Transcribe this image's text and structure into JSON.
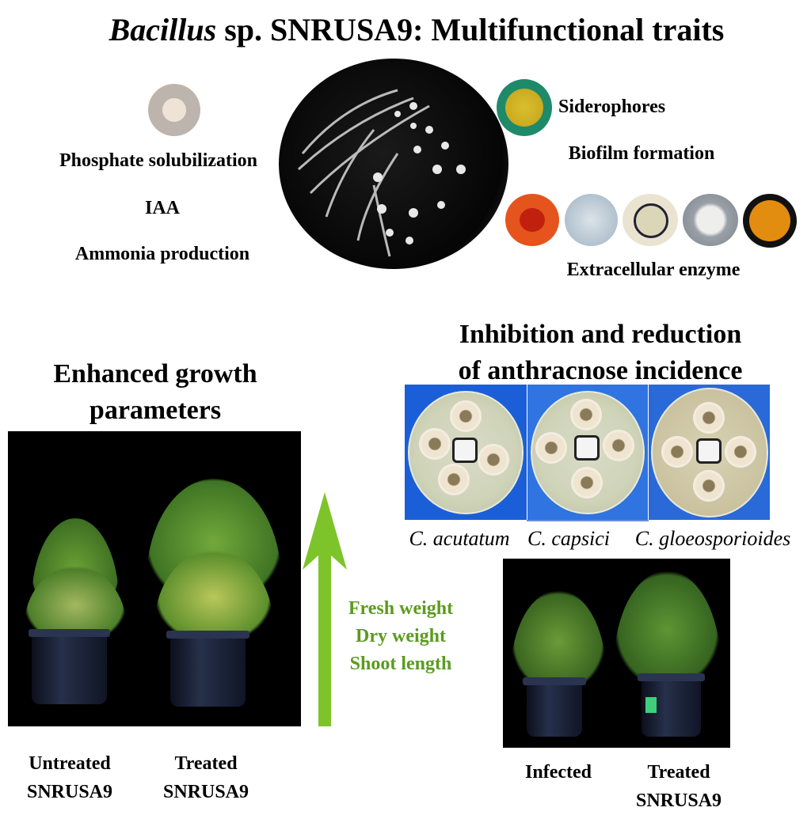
{
  "title": {
    "italic": "Bacillus",
    "rest": " sp. SNRUSA9: Multifunctional traits"
  },
  "traits_left": [
    "Phosphate solubilization",
    "IAA",
    "Ammonia production"
  ],
  "traits_right": {
    "siderophores": "Siderophores",
    "biofilm": "Biofilm formation",
    "enzyme": "Extracellular enzyme"
  },
  "growth": {
    "heading_line1": "Enhanced growth",
    "heading_line2": "parameters",
    "parameters": [
      "Fresh weight",
      "Dry weight",
      "Shoot length"
    ],
    "labels": [
      {
        "line1": "Untreated",
        "line2": "SNRUSA9"
      },
      {
        "line1": "Treated",
        "line2": "SNRUSA9"
      }
    ]
  },
  "inhibition": {
    "heading_line1": "Inhibition and reduction",
    "heading_line2": "of anthracnose incidence",
    "species": [
      "C. acutatum",
      "C. capsici",
      "C. gloeosporioides"
    ],
    "labels": [
      {
        "line1": "Infected",
        "line2": ""
      },
      {
        "line1": "Treated",
        "line2": "SNRUSA9"
      }
    ]
  },
  "colors": {
    "accent_green": "#5b9b1f",
    "arrow_green": "#7dc42a",
    "plate_blue": "#1c5fd6"
  }
}
